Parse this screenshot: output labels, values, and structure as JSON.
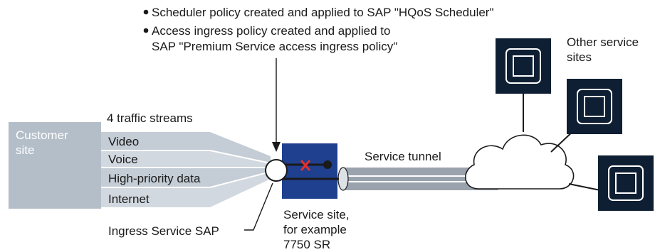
{
  "annotations": {
    "bullet_1": "Scheduler policy created and applied to SAP \"HQoS Scheduler\"",
    "bullet_2_line_1": "Access ingress policy created and applied to",
    "bullet_2_line_2": "SAP \"Premium Service access ingress policy\""
  },
  "customer_site": {
    "line_1": "Customer",
    "line_2": "site"
  },
  "traffic": {
    "heading": "4 traffic streams",
    "streams": [
      "Video",
      "Voice",
      "High-priority data",
      "Internet"
    ]
  },
  "tunnel_label": "Service tunnel",
  "other_sites": {
    "line_1": "Other service",
    "line_2": "sites"
  },
  "service_site": {
    "line_1": "Service site,",
    "line_2": "for example",
    "line_3": "7750 SR"
  },
  "sap_label": "Ingress Service SAP",
  "colors": {
    "customer_site": "#b4bec9",
    "streams": "#c4ccd5",
    "router_box": "#1f3f8f",
    "site_node": "#0f1f33",
    "tunnel": "#9aa3ad",
    "drop_mark": "#e03131"
  }
}
